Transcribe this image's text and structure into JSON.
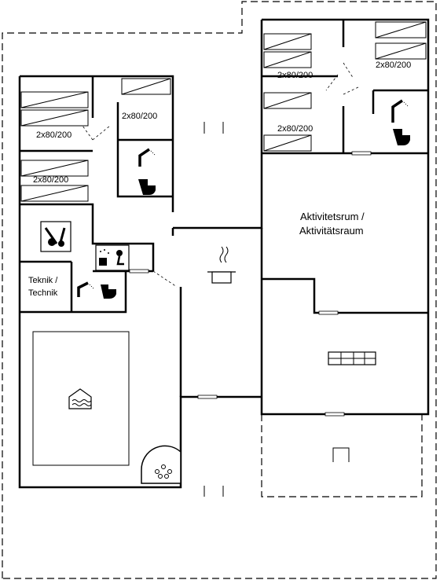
{
  "rooms": {
    "bed_tl_1": "2x80/200",
    "bed_tl_2": "2x80/200",
    "bed_tl_3": "2x80/200",
    "bed_tr_1": "2x80/200",
    "bed_tr_2": "2x80/200",
    "bed_tr_3": "2x80/200",
    "activity_1": "Aktivitetsrum /",
    "activity_2": "Aktivitätsraum",
    "technik_1": "Teknik /",
    "technik_2": "Technik"
  },
  "icons": [
    "shower-icon",
    "toilet-icon",
    "utility-icon",
    "sauna-icon",
    "cooking-pot-icon",
    "sofa-icon",
    "pool-icon",
    "whirlpool-icon",
    "terrace-chair-icon"
  ],
  "colors": {
    "line": "#000000",
    "background": "#ffffff"
  }
}
